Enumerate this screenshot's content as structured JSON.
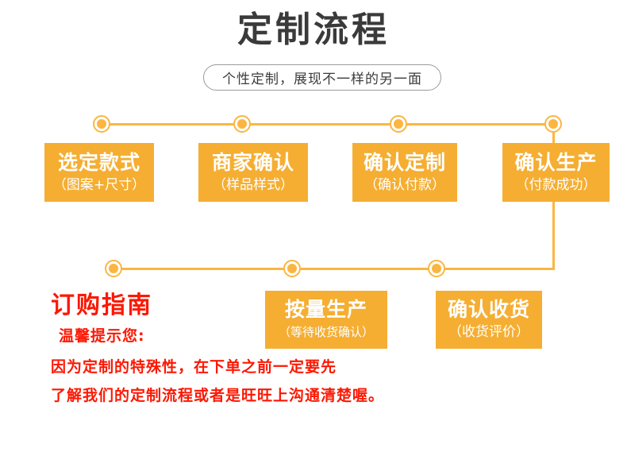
{
  "header": {
    "title": "定制流程",
    "subtitle": "个性定制，展现不一样的另一面"
  },
  "colors": {
    "box_fill": "#f5ae32",
    "connector": "#fbb641",
    "title_text": "#3a3a3a",
    "guide_text": "#fc1803",
    "box_text": "#ffffff",
    "pill_border": "#9a9a9a"
  },
  "flow": {
    "row1": [
      {
        "main": "选定款式",
        "sub": "（图案+尺寸）"
      },
      {
        "main": "商家确认",
        "sub": "（样品样式）"
      },
      {
        "main": "确认定制",
        "sub": "（确认付款）"
      },
      {
        "main": "确认生产",
        "sub": "（付款成功）"
      }
    ],
    "row2": [
      {
        "main": "按量生产",
        "sub": "（等待收货确认）"
      },
      {
        "main": "确认收货",
        "sub": "（收货评价）"
      }
    ]
  },
  "guide": {
    "title": "订购指南",
    "line1": "温馨提示您:",
    "line2": "因为定制的特殊性，在下单之前一定要先",
    "line3": "了解我们的定制流程或者是旺旺上沟通清楚喔。"
  }
}
